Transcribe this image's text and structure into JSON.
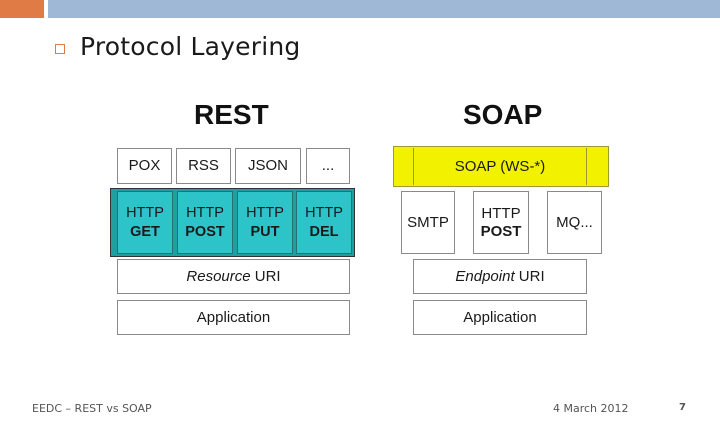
{
  "colors": {
    "accent_orange": "#e07b46",
    "accent_blue": "#9fb8d6",
    "http_teal": "#2cc4c8",
    "soap_yellow": "#f2f200"
  },
  "slide": {
    "bullet_icon": "square-bullet-icon",
    "title": "Protocol Layering"
  },
  "rest": {
    "heading": "REST",
    "formats": [
      "POX",
      "RSS",
      "JSON",
      "..."
    ],
    "http_methods": [
      {
        "proto": "HTTP",
        "verb": "GET"
      },
      {
        "proto": "HTTP",
        "verb": "POST"
      },
      {
        "proto": "HTTP",
        "verb": "PUT"
      },
      {
        "proto": "HTTP",
        "verb": "DEL"
      }
    ],
    "resource_uri": {
      "italic": "Resource",
      "rest": " URI"
    },
    "application": "Application"
  },
  "soap": {
    "heading": "SOAP",
    "soap_layer": "SOAP (WS-*)",
    "transports": {
      "smtp": "SMTP",
      "http_proto": "HTTP",
      "http_verb": "POST",
      "mq": "MQ..."
    },
    "endpoint_uri": {
      "italic": "Endpoint",
      "rest": " URI"
    },
    "application": "Application"
  },
  "footer": {
    "left": "EEDC – REST vs SOAP",
    "date": "4 March 2012",
    "page": "7"
  }
}
